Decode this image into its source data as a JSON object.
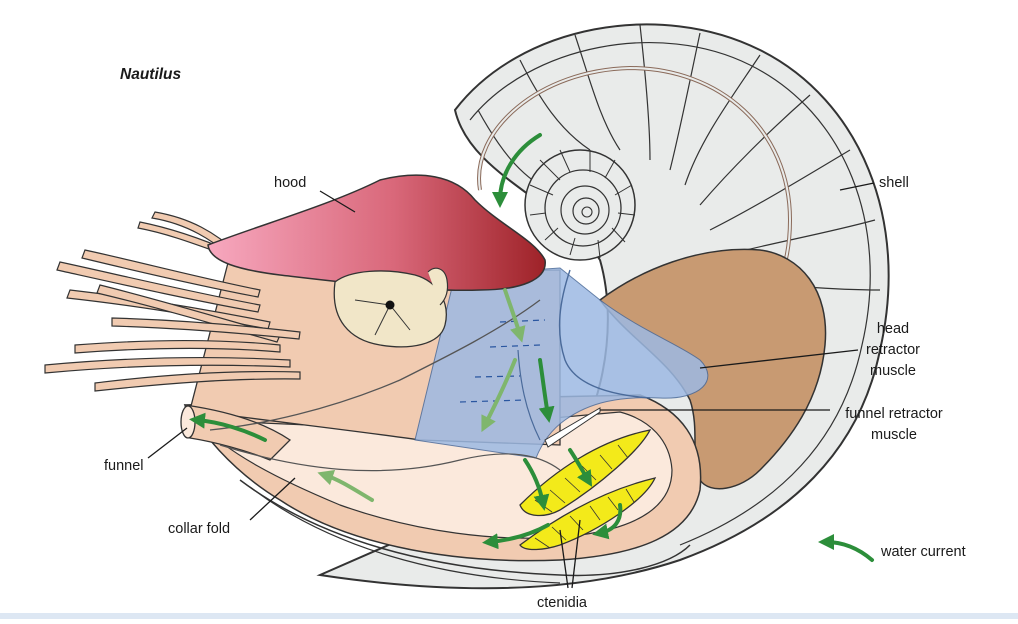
{
  "title": "Nautilus",
  "labels": {
    "hood": "hood",
    "shell": "shell",
    "head_retractor": "head retractor muscle",
    "head_retractor_l1": "head",
    "head_retractor_l2": "retractor",
    "head_retractor_l3": "muscle",
    "funnel_retractor_l1": "funnel retractor",
    "funnel_retractor_l2": "muscle",
    "funnel": "funnel",
    "collar_fold": "collar fold",
    "ctenidia": "ctenidia",
    "water_current": "water current"
  },
  "colors": {
    "shell_fill": "#e9ebea",
    "hood_light": "#f2a0b6",
    "hood_dark": "#9e2228",
    "body_skin": "#f1cbb1",
    "mantle_light": "#fbe9dc",
    "muscle_blue": "#9db9e3",
    "muscle_brown": "#c89a72",
    "ctenidia_yellow": "#f3ea1a",
    "arrow_green": "#2c8e3a",
    "arrow_green_light": "#7fb66d"
  }
}
